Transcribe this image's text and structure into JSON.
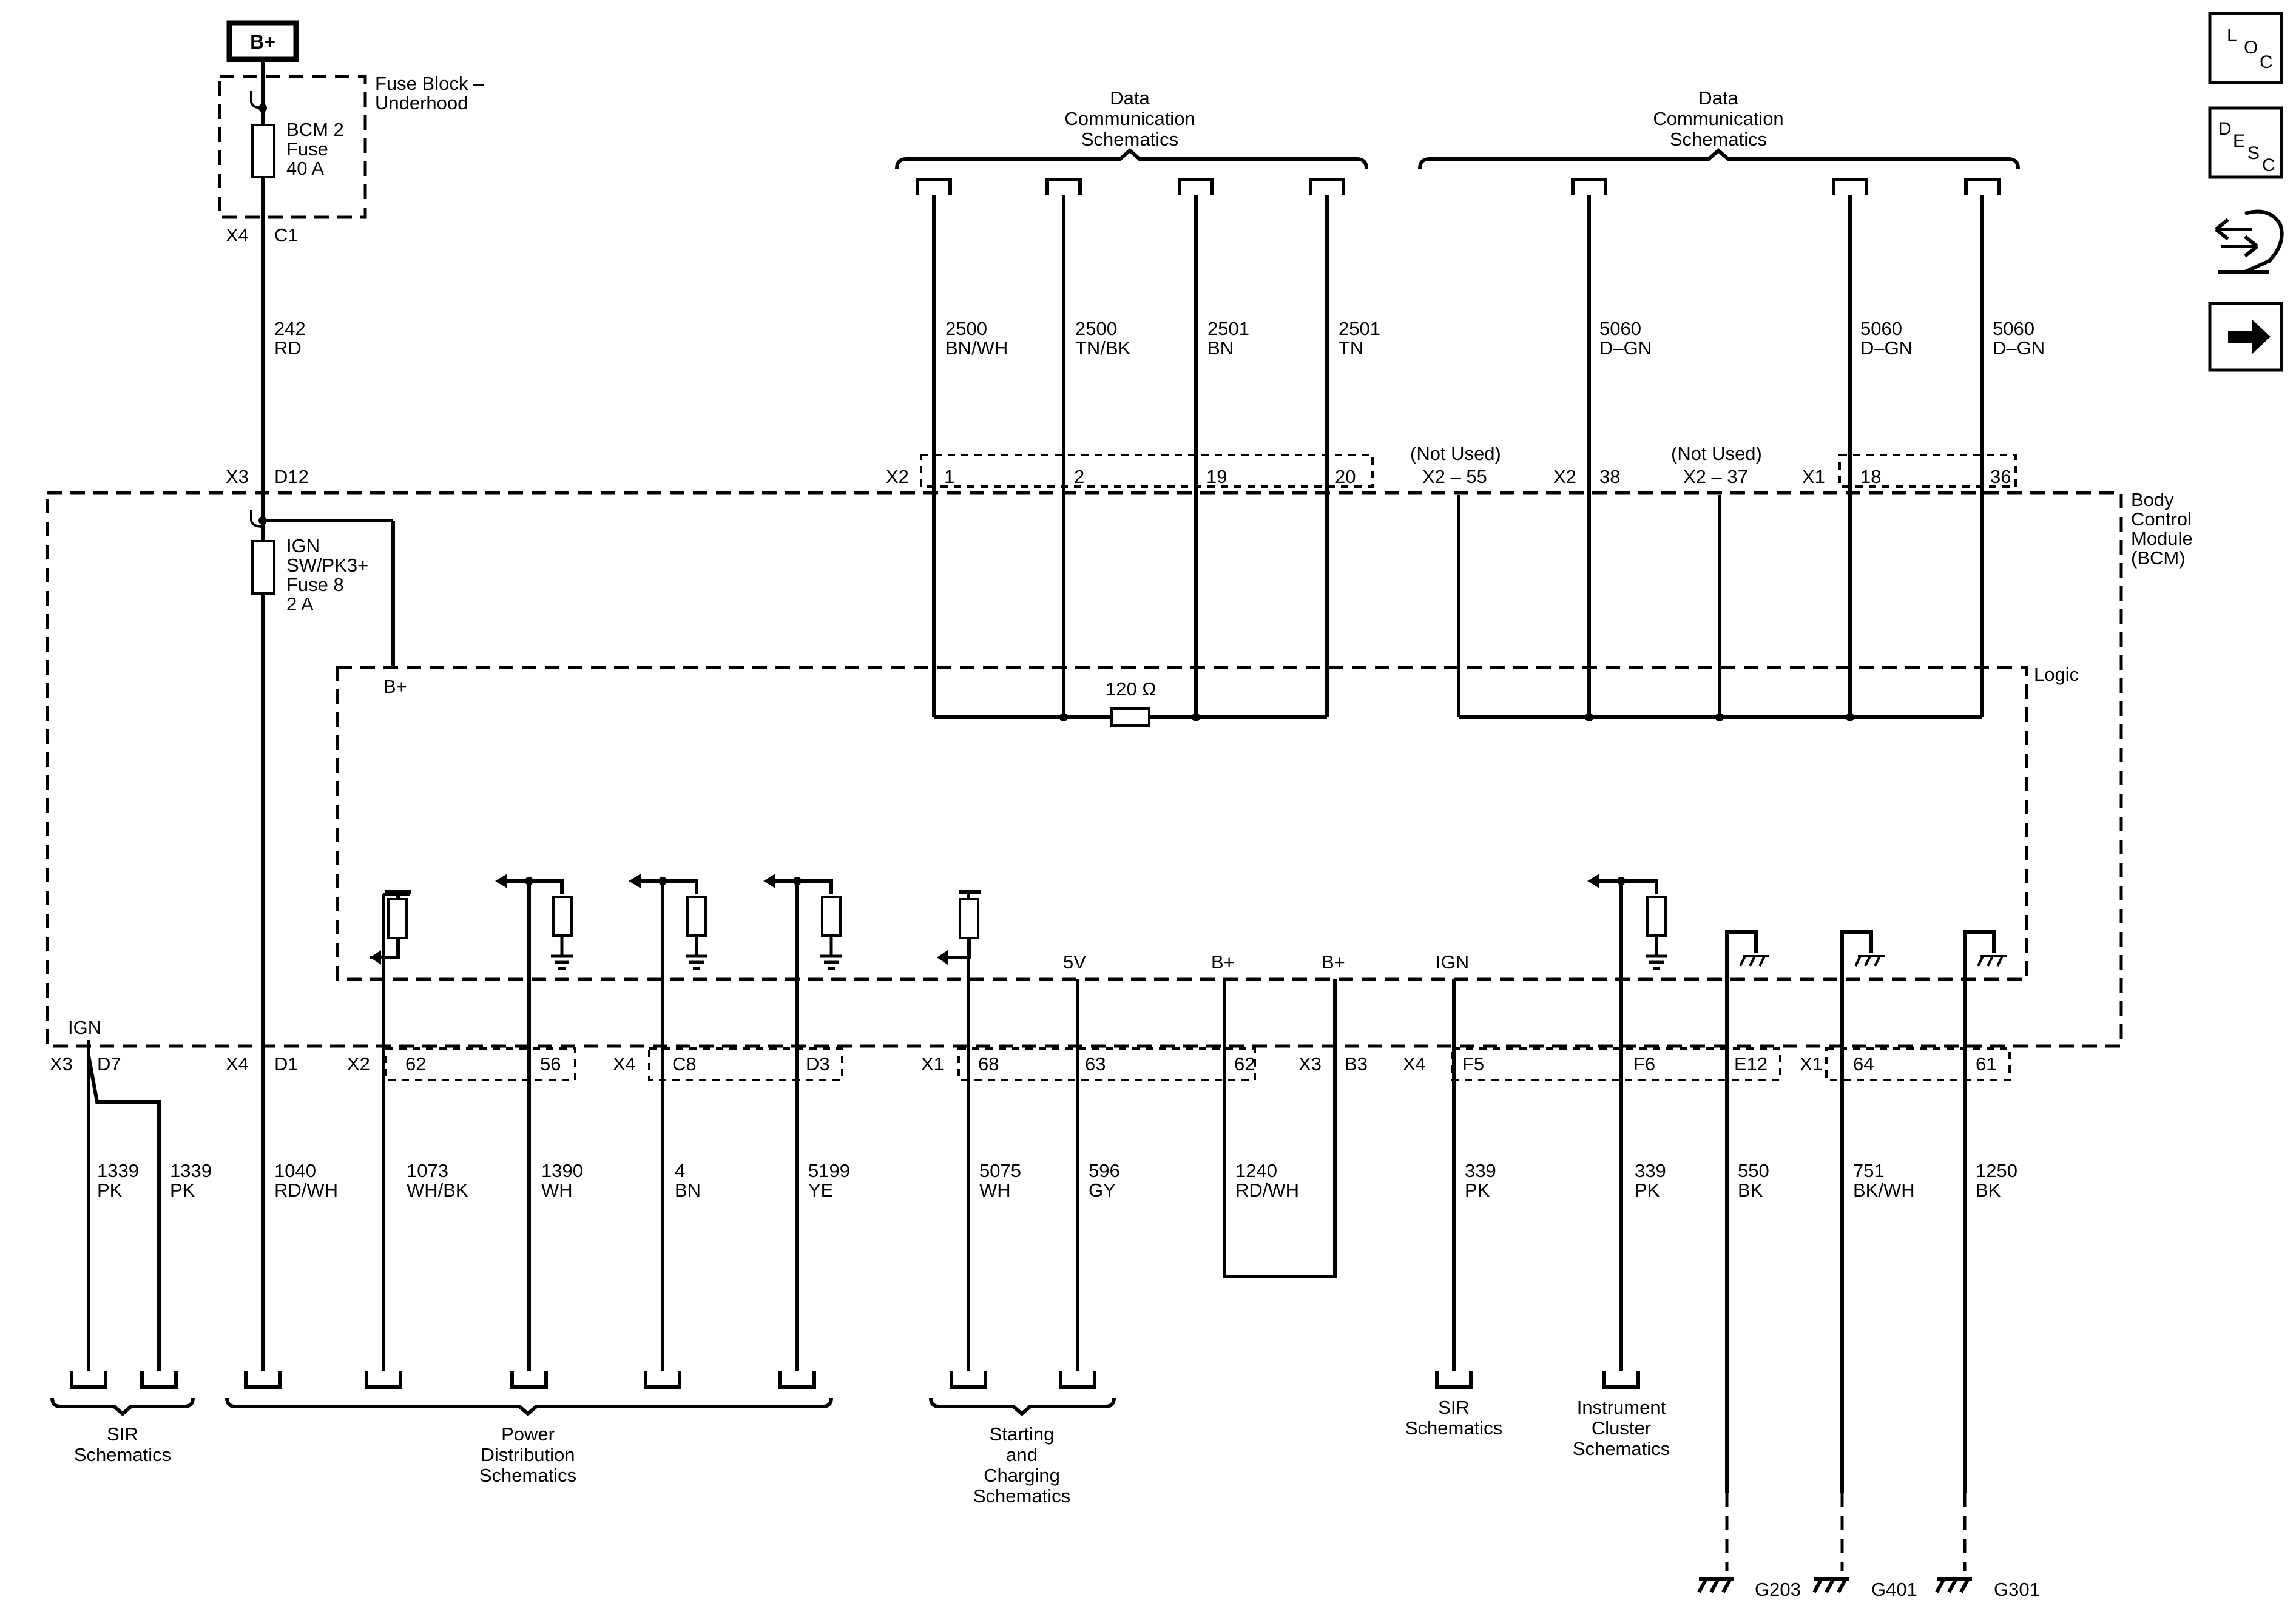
{
  "battery_label": "B+",
  "fuse_block": {
    "title": [
      "Fuse Block –",
      "Underhood"
    ],
    "fuse": [
      "BCM 2",
      "Fuse",
      "40 A"
    ],
    "conn": "X4",
    "pin": "C1"
  },
  "wire_242": [
    "242",
    "RD"
  ],
  "x3_d12": {
    "conn": "X3",
    "pin": "D12"
  },
  "ign_fuse": [
    "IGN",
    "SW/PK3+",
    "Fuse 8",
    "2 A"
  ],
  "module": {
    "title": [
      "Body",
      "Control",
      "Module",
      "(BCM)"
    ],
    "logic": "Logic",
    "bplus": "B+",
    "resistor": "120 Ω"
  },
  "data_comm": {
    "label": [
      "Data",
      "Communication",
      "Schematics"
    ]
  },
  "top_wires": [
    {
      "circuit": "2500",
      "color": "BN/WH",
      "pin": "1"
    },
    {
      "circuit": "2500",
      "color": "TN/BK",
      "pin": "2"
    },
    {
      "circuit": "2501",
      "color": "BN",
      "pin": "19"
    },
    {
      "circuit": "2501",
      "color": "TN",
      "pin": "20"
    },
    {
      "circuit": "5060",
      "color": "D–GN",
      "pin": "38"
    },
    {
      "circuit": "5060",
      "color": "D–GN",
      "pin": "18"
    },
    {
      "circuit": "5060",
      "color": "D–GN",
      "pin": "36"
    }
  ],
  "top_conns": {
    "x2": "X2",
    "x2b": "X2",
    "x1": "X1",
    "not_used": "(Not Used)",
    "nu1": "X2 – 55",
    "nu2": "X2 – 37"
  },
  "bottom_pins": [
    {
      "conn": "X3",
      "pin": "D7"
    },
    {
      "conn": "X4",
      "pin": "D1"
    },
    {
      "conn": "X2",
      "pin": "62"
    },
    {
      "conn": "",
      "pin": "56"
    },
    {
      "conn": "X4",
      "pin": "C8"
    },
    {
      "conn": "",
      "pin": "D3"
    },
    {
      "conn": "X1",
      "pin": "68"
    },
    {
      "conn": "",
      "pin": "63"
    },
    {
      "conn": "",
      "pin": "62"
    },
    {
      "conn": "X3",
      "pin": "B3"
    },
    {
      "conn": "X4",
      "pin": "F5"
    },
    {
      "conn": "",
      "pin": "F6"
    },
    {
      "conn": "",
      "pin": "E12"
    },
    {
      "conn": "X1",
      "pin": "64"
    },
    {
      "conn": "",
      "pin": "61"
    }
  ],
  "bottom_wires": [
    {
      "circuit": "1339",
      "color": "PK"
    },
    {
      "circuit": "1339",
      "color": "PK"
    },
    {
      "circuit": "1040",
      "color": "RD/WH"
    },
    {
      "circuit": "1073",
      "color": "WH/BK"
    },
    {
      "circuit": "1390",
      "color": "WH"
    },
    {
      "circuit": "4",
      "color": "BN"
    },
    {
      "circuit": "5199",
      "color": "YE"
    },
    {
      "circuit": "5075",
      "color": "WH"
    },
    {
      "circuit": "596",
      "color": "GY"
    },
    {
      "circuit": "1240",
      "color": "RD/WH"
    },
    {
      "circuit": "339",
      "color": "PK"
    },
    {
      "circuit": "339",
      "color": "PK"
    },
    {
      "circuit": "550",
      "color": "BK"
    },
    {
      "circuit": "751",
      "color": "BK/WH"
    },
    {
      "circuit": "1250",
      "color": "BK"
    }
  ],
  "inner_labels": {
    "ign": "IGN",
    "v5": "5V",
    "bplus1": "B+",
    "bplus2": "B+",
    "ign2": "IGN"
  },
  "destinations": {
    "sir1": [
      "SIR",
      "Schematics"
    ],
    "power": [
      "Power",
      "Distribution",
      "Schematics"
    ],
    "starting": [
      "Starting",
      "and",
      "Charging",
      "Schematics"
    ],
    "sir2": [
      "SIR",
      "Schematics"
    ],
    "cluster": [
      "Instrument",
      "Cluster",
      "Schematics"
    ]
  },
  "grounds": [
    "G203",
    "G401",
    "G301"
  ],
  "nav": {
    "loc": [
      "L",
      "O",
      "C"
    ],
    "desc": [
      "D",
      "E",
      "S",
      "C"
    ]
  }
}
